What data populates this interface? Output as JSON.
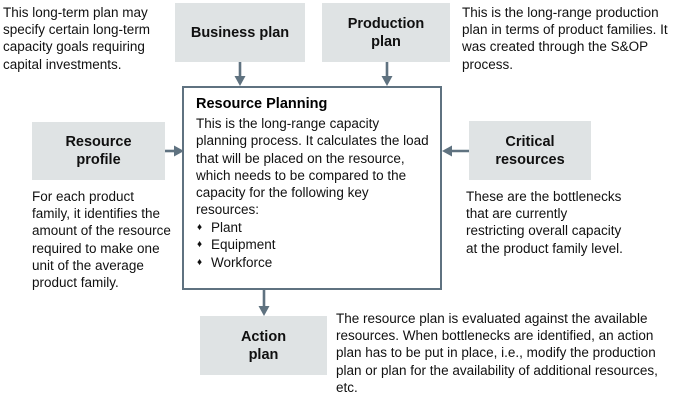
{
  "diagram": {
    "title": "Resource Planning",
    "accent_color": "#5f7280",
    "box_fill_color": "#dfe3e4",
    "boxes": {
      "business_plan": {
        "label": "Business plan"
      },
      "production_plan": {
        "label": "Production\nplan"
      },
      "resource_profile": {
        "label": "Resource\nprofile"
      },
      "critical_resources": {
        "label": "Critical\nresources"
      },
      "action_plan": {
        "label": "Action\nplan"
      },
      "resource_planning": {
        "title": "Resource Planning",
        "body": "This is the long-range capacity planning process. It calculates the load that will be placed on the resource, which needs to be compared to the capacity for the following key resources:",
        "bullet_glyph": "♦",
        "bullets": [
          "Plant",
          "Equipment",
          "Workforce"
        ]
      }
    },
    "notes": {
      "business_plan_note": "This long-term plan may specify certain long-term capacity goals requiring capital investments.",
      "production_plan_note": "This is the long-range production plan in terms of product families. It was created through the S&OP process.",
      "resource_profile_note": "For each product family, it identifies the amount of the resource required to make one unit of the average product family.",
      "critical_resources_note": "These are the bottlenecks that are currently restricting overall capacity at the product family level.",
      "action_plan_note": "The resource plan is evaluated against the available resources. When bottlenecks are identified, an action plan has to be put in place, i.e., modify the production plan or plan for the availability of additional resources, etc."
    },
    "arrows": [
      {
        "name": "arrow-business-plan-to-resource-planning",
        "direction": "down"
      },
      {
        "name": "arrow-production-plan-to-resource-planning",
        "direction": "down"
      },
      {
        "name": "arrow-resource-profile-to-resource-planning",
        "direction": "right"
      },
      {
        "name": "arrow-critical-resources-to-resource-planning",
        "direction": "left"
      },
      {
        "name": "arrow-resource-planning-to-action-plan",
        "direction": "down"
      }
    ]
  }
}
